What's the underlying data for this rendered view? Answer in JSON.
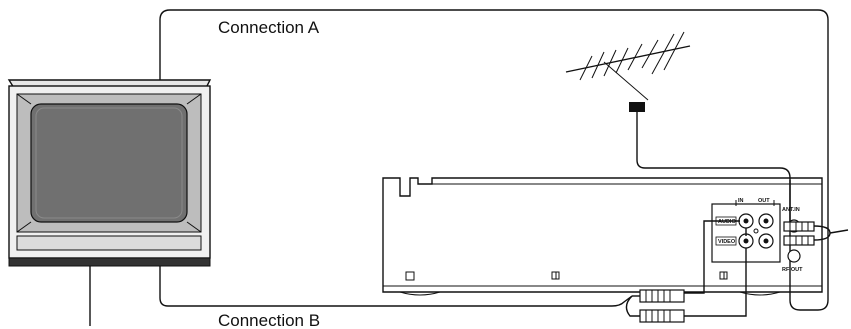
{
  "diagram": {
    "connection_a_label": "Connection A",
    "connection_b_label": "Connection B",
    "panel": {
      "in_label": "IN",
      "out_label": "OUT",
      "audio_label": "AUDIO",
      "video_label": "VIDEO",
      "ant_in_label": "ANT.IN",
      "rf_out_label": "RF OUT"
    }
  },
  "icons": {
    "tv": "television-icon",
    "antenna": "antenna-icon",
    "vcr": "vcr-rear-panel-icon",
    "plug": "rca-plug-icon"
  }
}
